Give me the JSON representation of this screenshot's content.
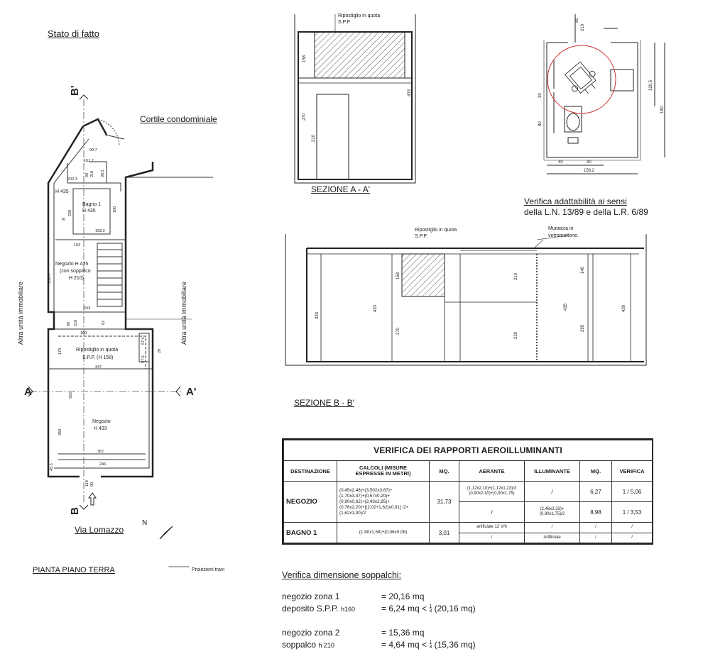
{
  "plan": {
    "state_label": "Stato di fatto",
    "courtyard_label": "Cortile condominiale",
    "left_neighbor": "Altra unità immobiliare",
    "right_neighbor": "Altra unità immobiliare",
    "section_a": "A",
    "section_a_prime": "A'",
    "section_b_top": "B'",
    "section_b_bottom": "B",
    "street_label": "Via Lomazzo",
    "north_label": "N",
    "bath_label": "Bagno 1",
    "bath_height": "H 435",
    "h435_left": "H 435",
    "shop_mid_label": "Negozio H 435",
    "shop_mid_sub": "(con soppalco",
    "shop_mid_sub2": "H 210)",
    "storage_label": "Ripostiglio in quota",
    "storage_sub": "S.P.P. (H 158)",
    "shop_label": "Negozio",
    "shop_height": "H 433",
    "dims": {
      "d_99_7": "99.7",
      "d_101_7": "101.7",
      "d_202_3": "202.3",
      "d_90": "90",
      "d_210": "210",
      "d_90_5": "90.5",
      "d_76": "76",
      "d_220": "220",
      "d_180": "180",
      "d_158_2": "158.2",
      "d_163": "163",
      "d_286_5": "286.5",
      "d_243": "243",
      "d_62": "62",
      "d_100": "100",
      "d_170": "170",
      "d_347": "347",
      "d_922": "922",
      "d_350": "350",
      "d_367": "367",
      "d_246": "246",
      "d_118": "118",
      "d_45_5": "45.5",
      "d_90b": "90",
      "d_210b": "210",
      "d_57_4": "57.4",
      "d_57_6": "57.6",
      "d_20": "20",
      "d_90c": "90"
    },
    "plan_title": "PIANTA PIANO TERRA",
    "legend_label": "Proiezioni travi"
  },
  "section_aa": {
    "note_line1": "Ripostiglio in quota",
    "note_line2": "S.P.P.",
    "dim_158": "158",
    "dim_270": "270",
    "dim_210": "210",
    "dim_433": "433",
    "title": "SEZIONE A - A'"
  },
  "detail": {
    "dim_80": "80",
    "dim_210": "210",
    "dim_120_5": "120.5",
    "dim_180": "180",
    "dim_30": "30",
    "dim_80b": "80",
    "dim_40a": "40",
    "dim_40b": "40",
    "dim_158_2": "158.2",
    "title_line1": "Verifica adattabilità ai sensi",
    "title_line2": "della L.N. 13/89 e della L.R. 6/89"
  },
  "section_bb": {
    "note_line1": "Ripostiglio in quota",
    "note_line2": "S.P.P.",
    "wall_note1": "Muratura in",
    "wall_note2": "vetromattone.",
    "dim_333": "333",
    "dim_433": "433",
    "dim_158": "158",
    "dim_270": "270",
    "dim_210": "210",
    "dim_220": "220",
    "dim_140": "140",
    "dim_435": "435",
    "dim_295": "295",
    "dim_430": "430",
    "title": "SEZIONE B - B'"
  },
  "ratios_table": {
    "title": "VERIFICA DEI RAPPORTI AEROILLUMINANTI",
    "headers": [
      "DESTINAZIONE",
      "CALCOLI (MISURE\nESPRESSE IN METRI)",
      "MQ.",
      "AERANTE",
      "ILLUMINANTE",
      "MQ.",
      "VERIFICA"
    ],
    "negozio": {
      "dest": "NEGOZIO",
      "calc": "(0,45x2,46)+(3,502x3,67)+\n(1,70x3,47)+(0,57x0,20)+\n(0,90x0,62)+(2,43x2,85)+\n(0,76x2,20)+[(2,02+1,62)x0,91] /2+\n(1,62x1,00)/2",
      "mq": "31,73",
      "aer1": "(1,12x2,10)+(1,12x1,23)/3\n(0,90x2,10)+(0,90x1,75)",
      "ill1": "/",
      "mq1": "6,27",
      "ver1": "1 / 5,06",
      "aer2": "/",
      "ill2": "(2,46x3,33)+\n(0,90x1,75)/2",
      "mq2": "8,98",
      "ver2": "1 / 3,53"
    },
    "bagno": {
      "dest": "BAGNO 1",
      "calc": "(1,90x1,58)+(0,06x0,08)",
      "mq": "3,01",
      "aer1": "artificiale 12 V/h",
      "ill1": "/",
      "mq1": "/",
      "ver1": "/",
      "aer2": "/",
      "ill2": "Artificiale",
      "mq2": "/",
      "ver2": "/"
    }
  },
  "soppalchi": {
    "title": "Verifica dimensione soppalchi:",
    "row1_label": "negozio zona 1",
    "row1_value": "= 20,16 mq",
    "row2_label": "deposito S.P.P.",
    "row2_h": "h160",
    "row2_value": "= 6,24 mq <",
    "row2_tail": "(20,16 mq)",
    "row3_label": "negozio zona 2",
    "row3_value": "= 15,36 mq",
    "row4_label": "soppalco",
    "row4_h": "h 210",
    "row4_value": "= 4,64 mq <",
    "row4_tail": "(15,36 mq)",
    "frac_num": "1",
    "frac_den": "3"
  }
}
